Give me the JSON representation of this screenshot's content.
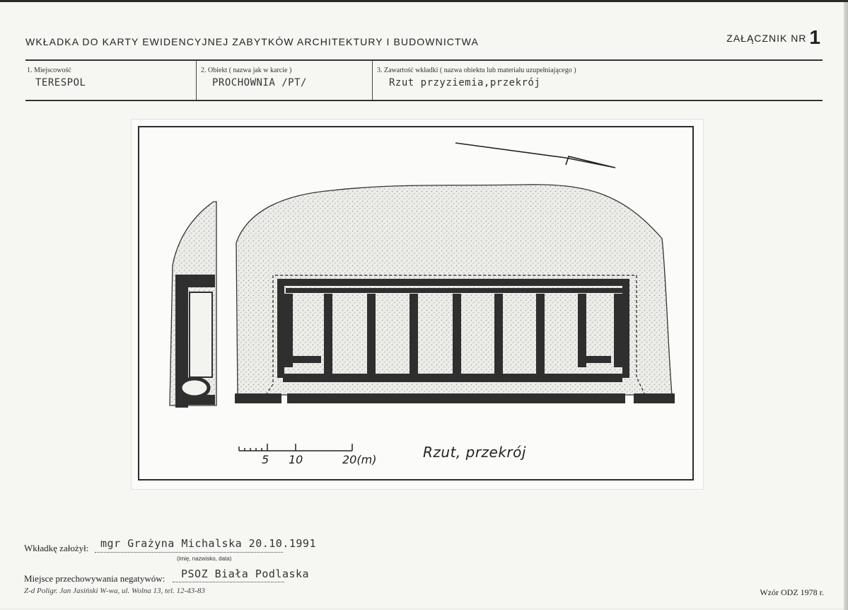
{
  "header": {
    "title": "WKŁADKA DO KARTY EWIDENCYJNEJ ZABYTKÓW ARCHITEKTURY I BUDOWNICTWA",
    "annex_label": "ZAŁĄCZNIK NR",
    "annex_number": "1"
  },
  "fields": [
    {
      "label": "1. Miejscowość",
      "value": "TERESPOL"
    },
    {
      "label": "2. Obiekt ( nazwa jak w karcie )",
      "value": "PROCHOWNIA /PT/"
    },
    {
      "label": "3. Zawartość wkładki ( nazwa obiektu lub materiału uzupełniającego )",
      "value": "Rzut przyziemia,przekrój"
    }
  ],
  "drawing": {
    "scale_ticks": [
      "5",
      "10",
      "20(m)"
    ],
    "caption": "Rzut, przekrój"
  },
  "footer": {
    "author_label": "Wkładkę założył:",
    "author_value": "mgr Grażyna Michalska 20.10.1991",
    "author_hint": "(imię, nazwisko, data)",
    "storage_label": "Miejsce przechowywania negatywów:",
    "storage_value": "PSOZ Biała Podlaska",
    "printer": "Z-d Poligr. Jan Jasiński W-wa, ul. Wolna 13, tel. 12-43-83",
    "form_code": "Wzór ODZ 1978 r."
  },
  "colors": {
    "paper": "#f6f6f3",
    "ink": "#1f1f1f",
    "wall": "#2f2f2f",
    "earth_stipple": "#9a9a96"
  }
}
